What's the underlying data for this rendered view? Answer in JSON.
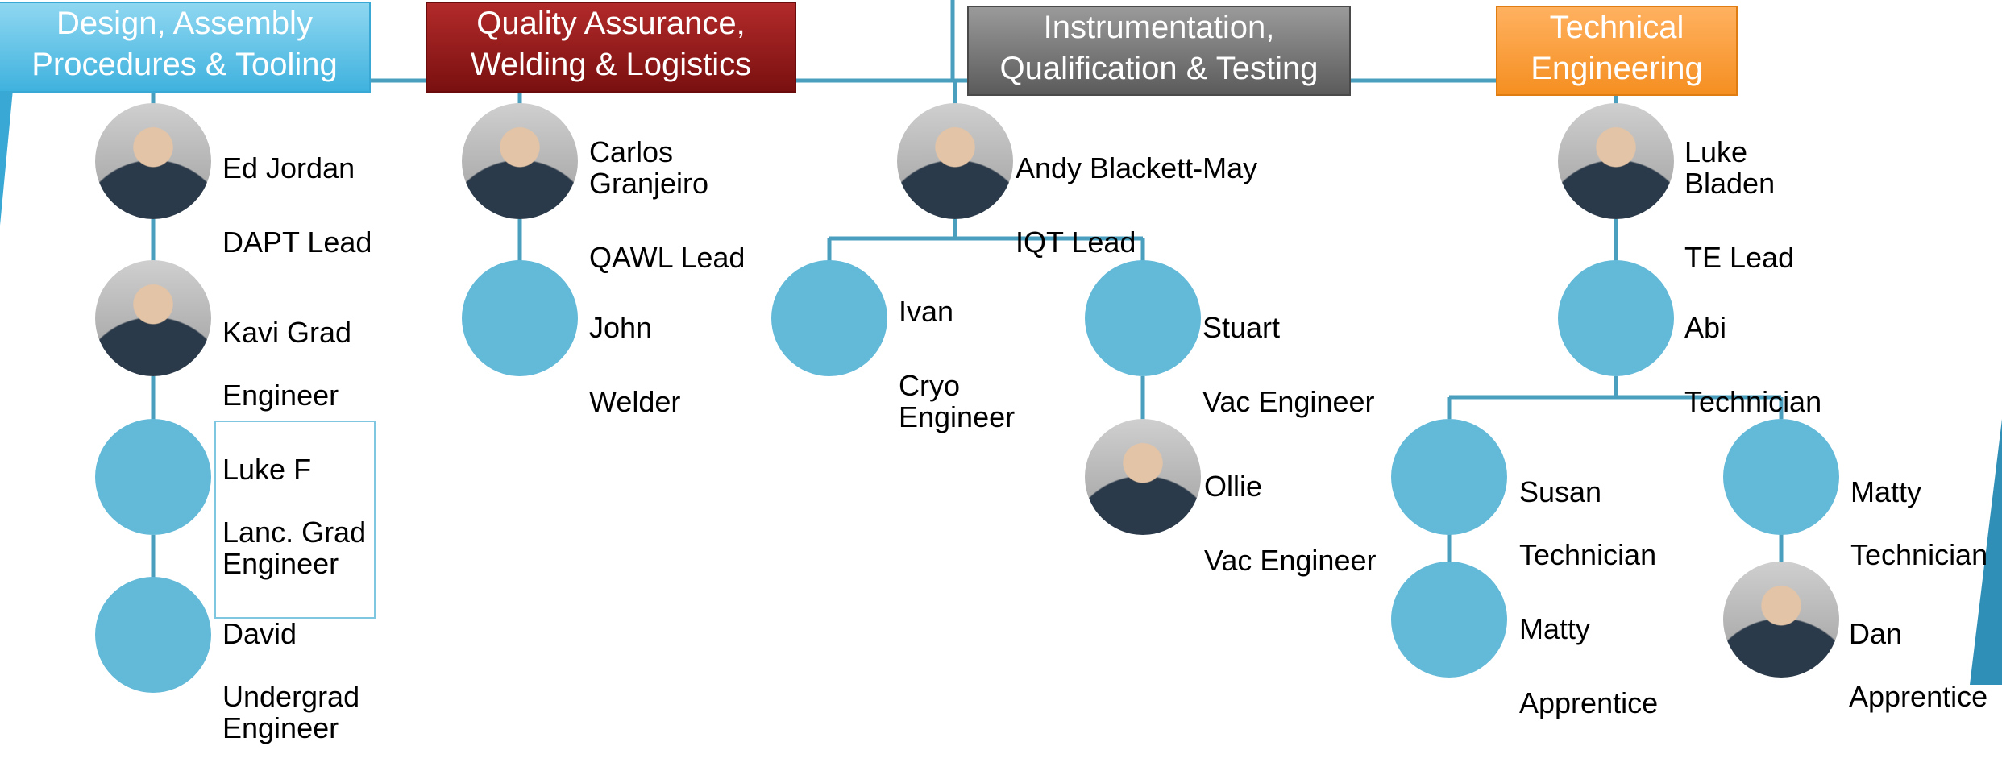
{
  "headers": {
    "dapt": [
      "Design, Assembly",
      "Procedures & Tooling"
    ],
    "qawl": [
      "Quality Assurance,",
      "Welding & Logistics"
    ],
    "iqt": [
      "Instrumentation,",
      "Qualification & Testing"
    ],
    "te": [
      "Technical",
      "Engineering"
    ]
  },
  "people": {
    "ed": {
      "name": "Ed Jordan",
      "role": "DAPT Lead"
    },
    "kavi": {
      "name": "Kavi Grad",
      "role": "Engineer"
    },
    "lukef": {
      "name": "Luke F",
      "role": "Lanc. Grad\nEngineer"
    },
    "david": {
      "name": "David",
      "role": "Undergrad\nEngineer"
    },
    "carlos": {
      "name": "Carlos\nGranjeiro",
      "role": "QAWL Lead"
    },
    "john": {
      "name": "John",
      "role": "Welder"
    },
    "andy": {
      "name": "Andy Blackett-May",
      "role": "IQT Lead"
    },
    "ivan": {
      "name": "Ivan",
      "role": "Cryo\nEngineer"
    },
    "stuart": {
      "name": "Stuart",
      "role": "Vac Engineer"
    },
    "ollie": {
      "name": "Ollie",
      "role": "Vac Engineer"
    },
    "luke": {
      "name": "Luke\nBladen",
      "role": "TE Lead"
    },
    "abi": {
      "name": "Abi",
      "role": "Technician"
    },
    "susan": {
      "name": "Susan",
      "role": "Technician"
    },
    "matty_t": {
      "name": "Matty",
      "role": "Technician"
    },
    "matty_a": {
      "name": "Matty",
      "role": "Apprentice"
    },
    "dan": {
      "name": "Dan",
      "role": "Apprentice"
    }
  },
  "colors": {
    "connector": "#4a9fbf",
    "node": "#63b9d8",
    "dapt_header": "#5cc3ea",
    "qawl_header": "#8a1616",
    "iqt_header": "#6e6e6e",
    "te_header": "#f7a03f"
  }
}
